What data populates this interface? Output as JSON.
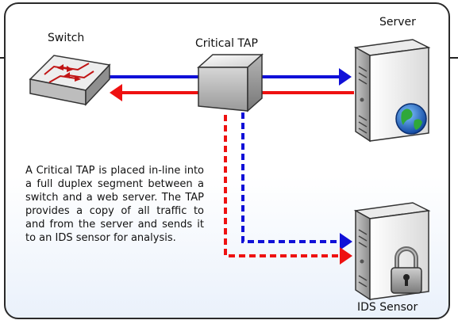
{
  "labels": {
    "switch": "Switch",
    "tap": "Critical TAP",
    "server": "Server",
    "ids": "IDS Sensor"
  },
  "description": "A Critical TAP is placed in-line into a full duplex segment between a switch and a web server. The TAP provides a copy of all traffic to and from the server and sends it to an IDS sensor for analysis.",
  "colors": {
    "outbound": "#1010d8",
    "inbound": "#ee1111",
    "border": "#2a2a2a",
    "panel_fade": "#eaf1fb"
  },
  "icons": {
    "switch": "network-switch-icon",
    "tap": "tap-box-icon",
    "server": "web-server-icon",
    "ids": "ids-sensor-icon"
  }
}
